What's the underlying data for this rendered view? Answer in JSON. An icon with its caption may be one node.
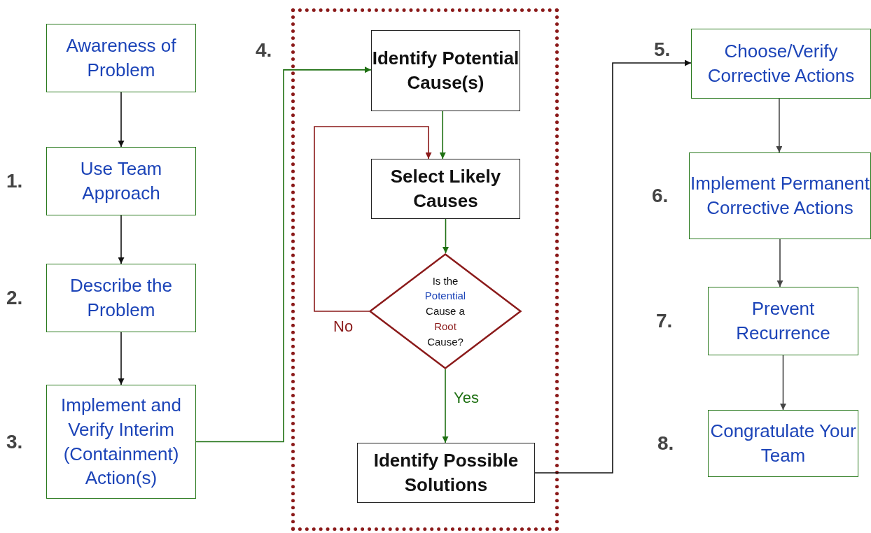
{
  "diagram": {
    "nodes": [
      {
        "text": [
          "Awareness of Problem"
        ]
      },
      {
        "text": [
          "Use Team Approach"
        ],
        "beside": [
          "1."
        ]
      },
      {
        "text": [
          "Describe the Problem"
        ],
        "beside": [
          "2."
        ]
      },
      {
        "text": [
          "Implement and Verify Interim (Containment) Action(s)"
        ],
        "beside": [
          "3."
        ]
      },
      {
        "text": [],
        "shape": "box",
        "beside": [
          "4."
        ]
      },
      {
        "text": [
          "Identify Potential Cause(s)"
        ],
        "in": 4
      },
      {
        "text": [
          "Select Likely Causes"
        ],
        "in": 4
      },
      {
        "text": [
          "Is the Potential Cause a Root Cause?"
        ],
        "in": 4
      },
      {
        "text": [
          "Identify Possible Solutions"
        ],
        "in": 4
      },
      {
        "text": [
          "Choose/Verify Corrective Actions"
        ],
        "beside": [
          "5."
        ]
      },
      {
        "text": [
          "Implement Permanent Corrective Actions"
        ],
        "beside": [
          "6."
        ]
      },
      {
        "text": [
          "Prevent Recurrence"
        ],
        "beside": [
          "7."
        ]
      },
      {
        "text": [
          "Congratulate Your Team"
        ],
        "beside": [
          "8."
        ]
      }
    ],
    "edges": [
      {
        "from": 0,
        "to": 1,
        "arrow": "to"
      },
      {
        "from": 1,
        "to": 2,
        "arrow": "to"
      },
      {
        "from": 2,
        "to": 3,
        "arrow": "to"
      },
      {
        "from": 3,
        "to": 5,
        "arrow": "to",
        "color": "#1e7012"
      },
      {
        "from": 5,
        "to": 6,
        "arrow": "to",
        "color": "#1e7012"
      },
      {
        "from": 6,
        "to": 7,
        "arrow": "to",
        "color": "#1e7012"
      },
      {
        "from": 7,
        "to": 6,
        "arrow": "to",
        "label": "No",
        "color": "#8b1a1a"
      },
      {
        "from": 7,
        "to": 8,
        "arrow": "to",
        "label": "Yes",
        "color": "#1e7012"
      },
      {
        "from": 8,
        "to": 9,
        "arrow": "to"
      },
      {
        "from": 9,
        "to": 10,
        "arrow": "to",
        "color": "#444444"
      },
      {
        "from": 10,
        "to": 11,
        "arrow": "to",
        "color": "#444444"
      },
      {
        "from": 11,
        "to": 12,
        "arrow": "to",
        "color": "#444444"
      }
    ]
  }
}
